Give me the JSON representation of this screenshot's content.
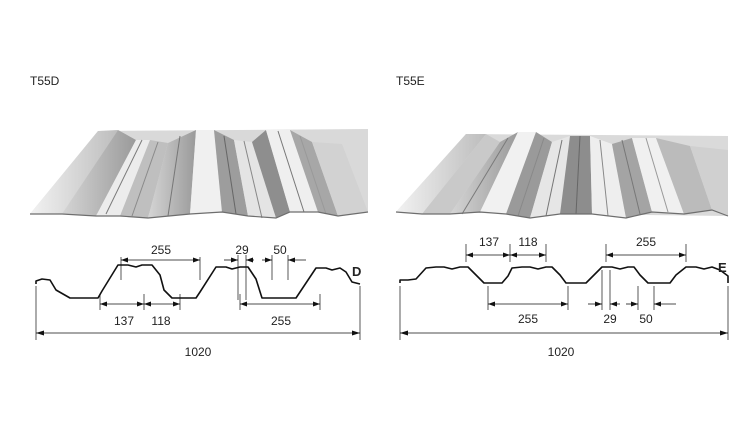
{
  "panels": [
    {
      "title": "T55D",
      "letter": "D",
      "dims_top": [
        "255",
        "29",
        "50"
      ],
      "dims_bottom": [
        "137",
        "118",
        "255"
      ],
      "width": "1020"
    },
    {
      "title": "T55E",
      "letter": "E",
      "dims_top": [
        "137",
        "118",
        "255"
      ],
      "dims_bottom": [
        "255",
        "29",
        "50"
      ],
      "width": "1020"
    }
  ],
  "colors": {
    "line": "#111111",
    "sheet_light": "#e9e9e9",
    "sheet_dark": "#8e8e8e"
  }
}
